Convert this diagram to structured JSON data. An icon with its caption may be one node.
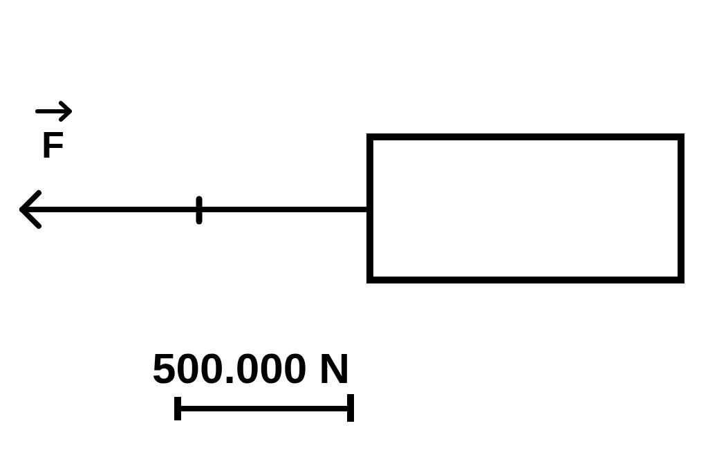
{
  "diagram": {
    "nodes": [
      {
        "text": [],
        "shape": "box"
      }
    ],
    "labels": [
      "F",
      "500.000 N"
    ]
  }
}
